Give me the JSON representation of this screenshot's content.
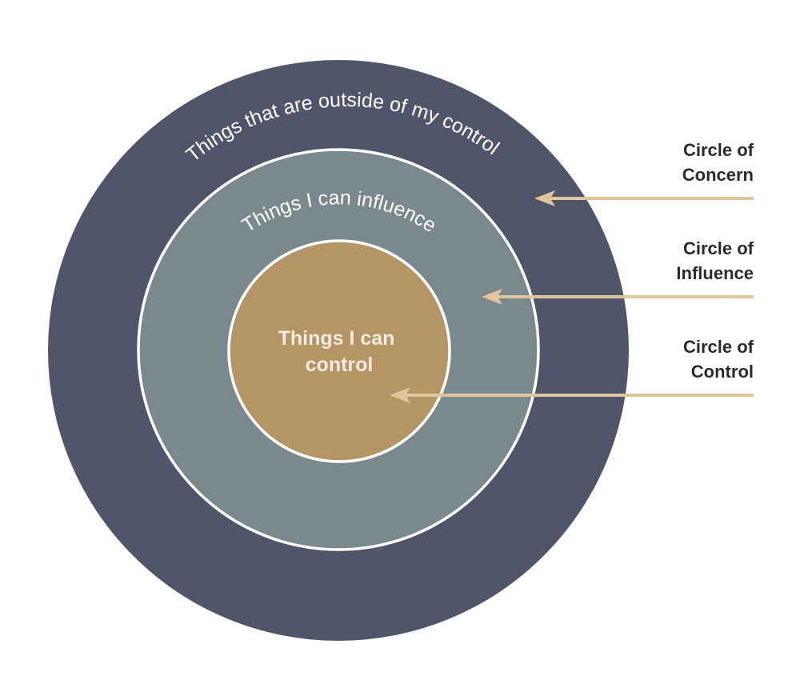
{
  "diagram": {
    "title": "Circles of Concern, Influence and Control",
    "colors": {
      "concern": "#50566a",
      "influence": "#7a898e",
      "control": "#b39566",
      "ring_border": "#ffffff",
      "arrow": "#dfc59c",
      "side_label_text": "#2b2b2b"
    },
    "circles": [
      {
        "id": "concern",
        "inner_text": "Things that are outside of my control"
      },
      {
        "id": "influence",
        "inner_text": "Things I can influence"
      },
      {
        "id": "control",
        "inner_text_lines": [
          "Things I can",
          "control"
        ]
      }
    ],
    "side_labels": [
      {
        "id": "concern",
        "lines": [
          "Circle of",
          "Concern"
        ]
      },
      {
        "id": "influence",
        "lines": [
          "Circle of",
          "Influence"
        ]
      },
      {
        "id": "control",
        "lines": [
          "Circle of",
          "Control"
        ]
      }
    ]
  }
}
